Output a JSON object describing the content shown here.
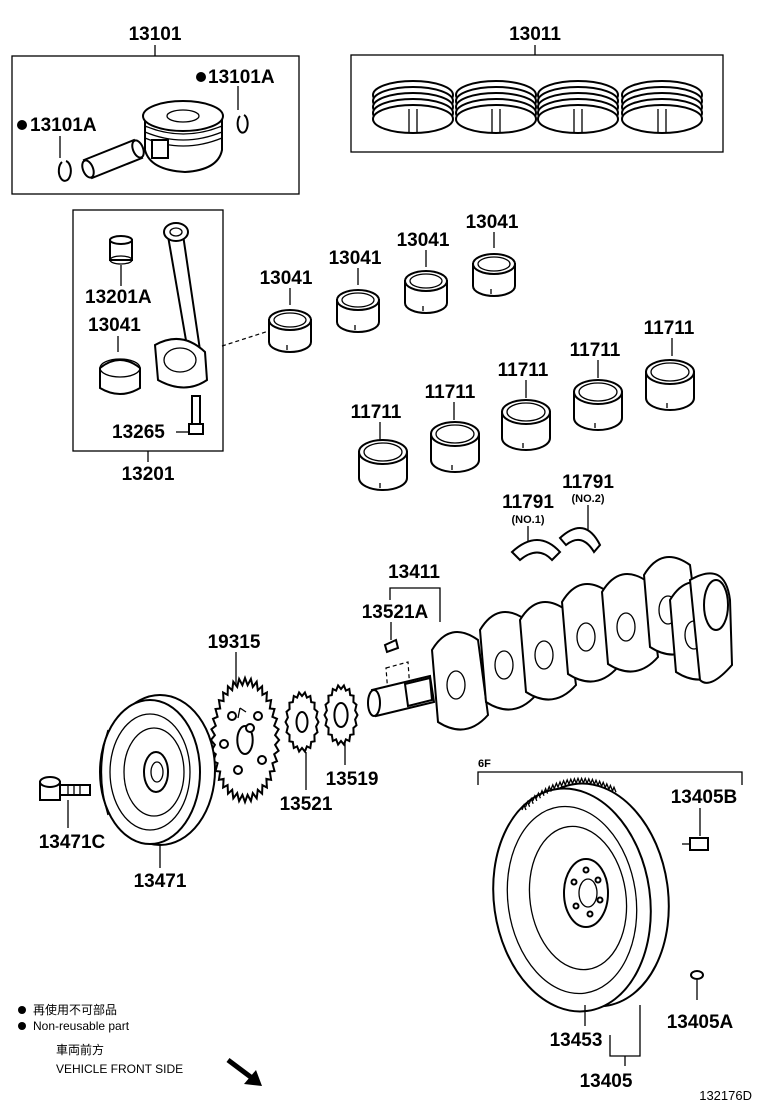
{
  "diagram": {
    "groups": {
      "piston": "13101",
      "rings": "13011",
      "conrod": "13201"
    },
    "parts": {
      "snap_ring_right": "13101A",
      "snap_ring_left": "13101A",
      "conrod_bushing": "13201A",
      "conrod_bearing": "13041",
      "conrod_bolt": "13265",
      "bearing_1": "13041",
      "bearing_2": "13041",
      "bearing_3": "13041",
      "bearing_4": "13041",
      "main_bearing_1": "11711",
      "main_bearing_2": "11711",
      "main_bearing_3": "11711",
      "main_bearing_4": "11711",
      "main_bearing_5": "11711",
      "thrust_washer_1": "11791",
      "thrust_washer_1_note": "(NO.1)",
      "thrust_washer_2": "11791",
      "thrust_washer_2_note": "(NO.2)",
      "crankshaft": "13411",
      "key": "13521A",
      "timing_gear": "19315",
      "crank_gear": "13521",
      "gear_13519": "13519",
      "pulley": "13471",
      "pulley_bolt": "13471C",
      "flywheel_bolt": "13405B",
      "flywheel_pin": "13405A",
      "ring_gear": "13453",
      "flywheel": "13405",
      "variant": "6F"
    },
    "legend": {
      "non_reusable_jp": "再使用不可部品",
      "non_reusable_en": "Non-reusable part",
      "front_jp": "車両前方",
      "front_en": "VEHICLE FRONT SIDE"
    },
    "figure_id": "132176D"
  }
}
